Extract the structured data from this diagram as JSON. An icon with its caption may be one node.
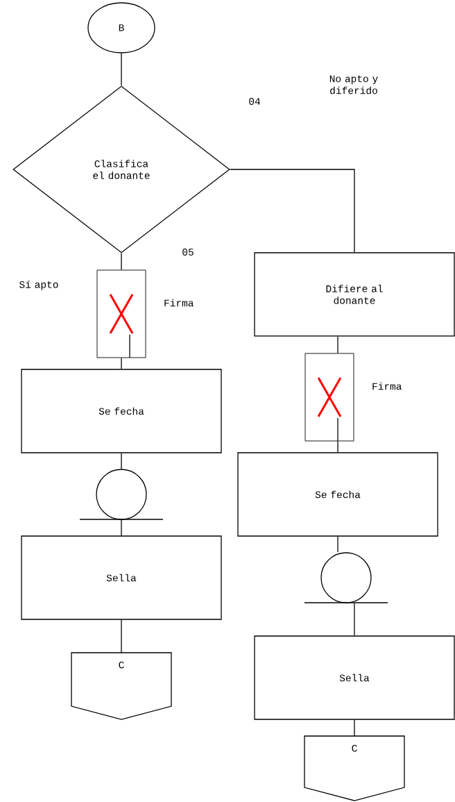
{
  "diagram": {
    "nodes": [
      {
        "text": [
          "B"
        ]
      },
      {
        "text": [
          "Clasifica el donante"
        ]
      },
      {
        "text": [],
        "shape": "box",
        "beside": [
          "Firma"
        ]
      },
      {
        "text": [
          "Se fecha"
        ]
      },
      {
        "text": [],
        "shape": "circle"
      },
      {
        "text": [
          "Sella"
        ]
      },
      {
        "text": [
          "C"
        ]
      },
      {
        "text": [
          "Difiere al donante"
        ]
      },
      {
        "text": [],
        "shape": "box",
        "beside": [
          "Firma"
        ]
      },
      {
        "text": [
          "Se fecha"
        ]
      },
      {
        "text": [],
        "shape": "circle"
      },
      {
        "text": [
          "Sella"
        ]
      },
      {
        "text": [
          "C"
        ]
      }
    ],
    "edges": [
      {
        "from": 0,
        "to": 1,
        "arrow": "none"
      },
      {
        "from": 1,
        "to": 2,
        "arrow": "none"
      },
      {
        "from": 2,
        "to": 3,
        "arrow": "none"
      },
      {
        "from": 3,
        "to": 4,
        "arrow": "none"
      },
      {
        "from": 4,
        "to": 5,
        "arrow": "none"
      },
      {
        "from": 5,
        "to": 6,
        "arrow": "none"
      },
      {
        "from": 1,
        "to": 7,
        "arrow": "none"
      },
      {
        "from": 7,
        "to": 8,
        "arrow": "none"
      },
      {
        "from": 8,
        "to": 9,
        "arrow": "none"
      },
      {
        "from": 9,
        "to": 10,
        "arrow": "none"
      },
      {
        "from": 10,
        "to": 11,
        "arrow": "none"
      },
      {
        "from": 11,
        "to": 12,
        "arrow": "none"
      }
    ],
    "labels": [
      "No apto y diferido",
      "04",
      "05",
      "Sí apto"
    ]
  }
}
